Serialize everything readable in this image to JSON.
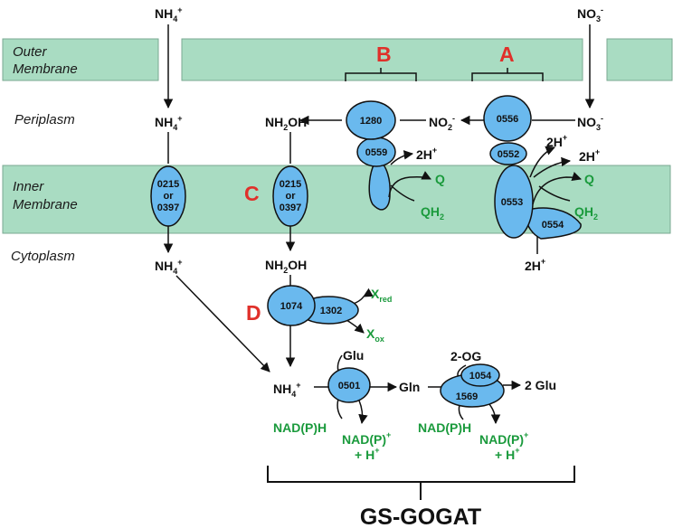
{
  "regions": {
    "outer_membrane_1": "Outer",
    "outer_membrane_2": "Membrane",
    "periplasm": "Periplasm",
    "inner_membrane_1": "Inner",
    "inner_membrane_2": "Membrane",
    "cytoplasm": "Cytoplasm"
  },
  "labels": {
    "A": "A",
    "B": "B",
    "C": "C",
    "D": "D"
  },
  "proteins": {
    "p0556": "0556",
    "p0552": "0552",
    "p0553": "0553",
    "p0554": "0554",
    "p1280": "1280",
    "p0559": "0559",
    "transporter_top": "0215",
    "transporter_or": "or",
    "transporter_bottom": "0397",
    "p1074": "1074",
    "p1302": "1302",
    "p0501": "0501",
    "p1054": "1054",
    "p1569": "1569"
  },
  "chem": {
    "NH": "NH",
    "four": "4",
    "plus": "+",
    "NO": "NO",
    "three": "3",
    "two": "2",
    "minus": "-",
    "NH2": "NH",
    "OH": "OH",
    "H": "2H",
    "Q": "Q",
    "QH": "QH",
    "X": "X",
    "red": "red",
    "ox": "ox",
    "Glu": "Glu",
    "Gln": "Gln",
    "twoOG": "2-OG",
    "twoGlu": "2 Glu",
    "NADPH": "NAD(P)H",
    "NADP": "NAD(P)",
    "plusH": "+ H"
  },
  "title": "GS-GOGAT",
  "colors": {
    "membrane": "#a9dcc2",
    "protein": "#6ab9ee",
    "green_text": "#1a9a3c",
    "red_label": "#e0302a"
  }
}
